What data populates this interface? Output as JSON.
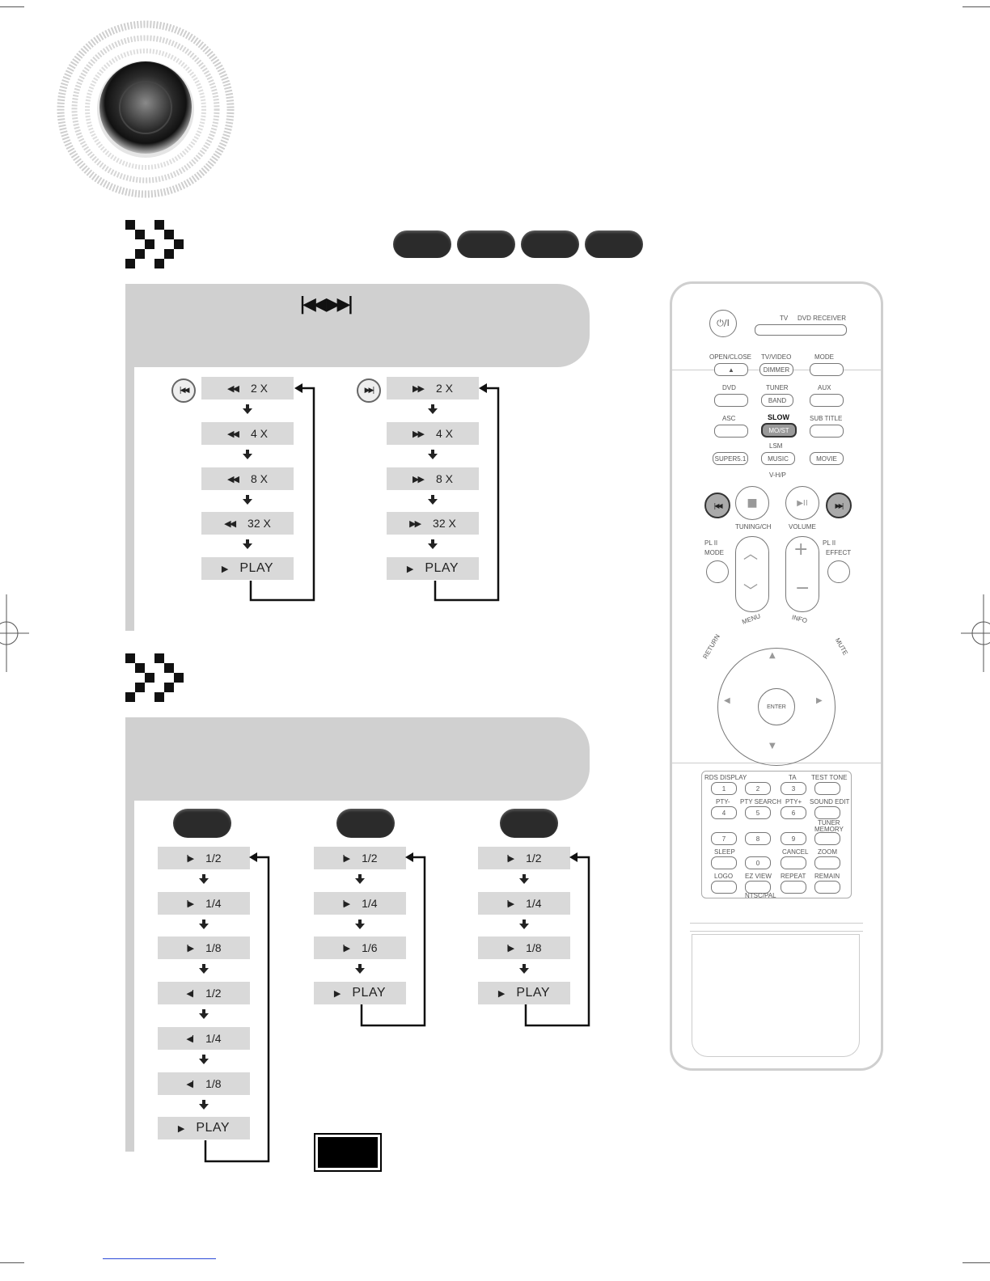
{
  "skip": {
    "back_icon": "skip-back-icon",
    "fwd_icon": "skip-forward-icon",
    "rewind_steps": [
      "2 X",
      "4 X",
      "8 X",
      "32 X"
    ],
    "forward_steps": [
      "2 X",
      "4 X",
      "8 X",
      "32 X"
    ],
    "play_label": "PLAY"
  },
  "slow": {
    "col1": [
      "1/2",
      "1/4",
      "1/8",
      "1/2",
      "1/4",
      "1/8"
    ],
    "col2": [
      "1/2",
      "1/4",
      "1/6"
    ],
    "col3": [
      "1/2",
      "1/4",
      "1/8"
    ],
    "play_label": "PLAY"
  },
  "remote": {
    "power": "⏻/I",
    "tv": "TV",
    "dvd_receiver": "DVD RECEIVER",
    "open_close": "OPEN/CLOSE",
    "tv_video": "TV/VIDEO",
    "mode": "MODE",
    "dimmer": "DIMMER",
    "dvd": "DVD",
    "tuner": "TUNER",
    "aux": "AUX",
    "band": "BAND",
    "asc": "ASC",
    "slow": "SLOW",
    "subtitle": "SUB TITLE",
    "mo_st": "MO/ST",
    "lsm": "LSM",
    "supers1": "SUPER5.1",
    "music": "MUSIC",
    "movie": "MOVIE",
    "vhp": "V-H/P",
    "tuning_ch": "TUNING/CH",
    "volume": "VOLUME",
    "pl2_mode_a": "PL II",
    "pl2_mode_b": "MODE",
    "pl2_effect_a": "PL II",
    "pl2_effect_b": "EFFECT",
    "menu": "MENU",
    "info": "INFO",
    "return": "RETURN",
    "mute": "MUTE",
    "enter": "ENTER",
    "rds_display": "RDS DISPLAY",
    "ta": "TA",
    "test_tone": "TEST TONE",
    "pty_minus": "PTY-",
    "pty_search": "PTY SEARCH",
    "pty_plus": "PTY+",
    "sound_edit": "SOUND EDIT",
    "tuner_memory_a": "TUNER",
    "tuner_memory_b": "MEMORY",
    "sleep": "SLEEP",
    "cancel": "CANCEL",
    "zoom": "ZOOM",
    "logo": "LOGO",
    "ez_view": "EZ VIEW",
    "repeat": "REPEAT",
    "remain": "REMAIN",
    "ntsc_pal": "NTSC/PAL",
    "digits": [
      "1",
      "2",
      "3",
      "4",
      "5",
      "6",
      "7",
      "8",
      "9",
      "0"
    ]
  }
}
